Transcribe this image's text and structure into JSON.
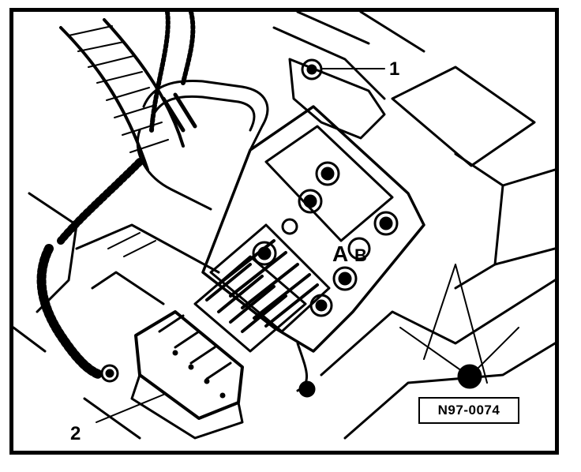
{
  "callouts": {
    "one": "1",
    "two": "2",
    "a": "A",
    "b": "B"
  },
  "figure_code": "N97-0074",
  "colors": {
    "ink": "#000000",
    "paper": "#ffffff"
  }
}
